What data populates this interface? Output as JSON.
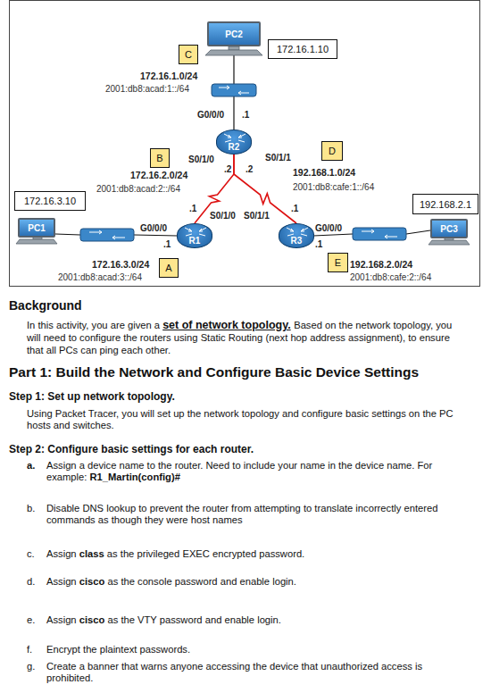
{
  "diagram": {
    "nodes": [
      {
        "text": [
          "PC2"
        ]
      },
      {
        "text": [
          "172.16.1.10"
        ]
      },
      {
        "text": [
          "C"
        ]
      },
      {
        "text": [
          "R2"
        ]
      },
      {
        "text": [
          "B"
        ]
      },
      {
        "text": [
          "D"
        ]
      },
      {
        "text": [
          "172.16.3.10"
        ]
      },
      {
        "text": [
          "192.168.2.1"
        ]
      },
      {
        "text": [
          "PC1"
        ]
      },
      {
        "text": [
          "R1"
        ]
      },
      {
        "text": [
          "R3"
        ]
      },
      {
        "text": [
          "PC3"
        ]
      },
      {
        "text": [
          "A"
        ]
      },
      {
        "text": [
          "E"
        ]
      }
    ],
    "edges": [
      {
        "from": 3,
        "to": 9,
        "arrow": "none"
      },
      {
        "from": 3,
        "to": 10,
        "arrow": "none"
      }
    ],
    "labels": [
      "172.16.1.0/24",
      "2001:db8:acad:1::/64",
      "G0/0/0",
      ".1",
      "S0/1/0",
      ".2",
      ".2",
      "S0/1/1",
      "172.16.2.0/24",
      "2001:db8:acad:2::/64",
      "192.168.1.0/24",
      "2001:db8:cafe:1::/64",
      ".1",
      "S0/1/0",
      "S0/1/1",
      ".1",
      "G0/0/0",
      "G0/0/0",
      ".1",
      ".1",
      "172.16.3.0/24",
      "2001:db8:acad:3::/64",
      "192.168.2.0/24",
      "2001:db8:cafe:2::/64",
      "Background",
      "In this activity, you are given a",
      "set of network topology.",
      "Based on the network topology, you will need to configure the routers using Static Routing (next hop address assignment), to ensure that all PCs can ping each other.",
      "Part 1: Build the Network and Configure Basic Device Settings",
      "Step 1: Set up network topology.",
      "Using Packet Tracer, you will set up the network topology and configure basic settings on the PC hosts and switches.",
      "Step 2: Configure basic settings for each router.",
      "a.",
      "Assign a device name to the router. Need to include your name in the device name. For example:",
      "R1_Martin(config)#",
      "b.",
      "Disable DNS lookup to prevent the router from attempting to translate incorrectly entered commands as though they were host names",
      "c.",
      "Assign",
      "class",
      "as the privileged EXEC encrypted password.",
      "d.",
      "Assign",
      "cisco",
      "as the console password and enable login.",
      "e.",
      "Assign",
      "cisco",
      "as the VTY password and enable login.",
      "f.",
      "Encrypt the plaintext passwords.",
      "g.",
      "Create a banner that warns anyone accessing the device that unauthorized access is prohibited."
    ]
  }
}
